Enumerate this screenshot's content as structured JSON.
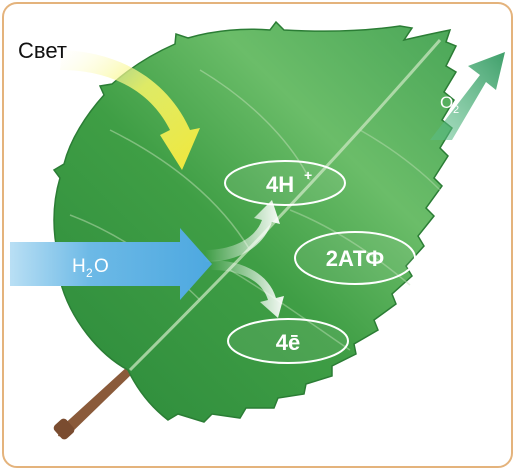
{
  "diagram": {
    "light_label": "Свет",
    "water_label_main": "H",
    "water_label_sub": "2",
    "water_label_tail": "O",
    "oxygen_label_main": "O",
    "oxygen_label_sub": "2",
    "protons_label_main": "4H",
    "protons_label_sup": "+",
    "atp_label": "2АТФ",
    "electrons_label": "4ē"
  },
  "colors": {
    "border": "#e4b37c",
    "leaf_dark": "#2f8b3a",
    "leaf_light": "#6fbf6a",
    "light_arrow": "#f2ee4a",
    "water_arrow": "#66b7e8",
    "oxygen_arrow": "#4fae78",
    "stem": "#8a5a3a"
  }
}
